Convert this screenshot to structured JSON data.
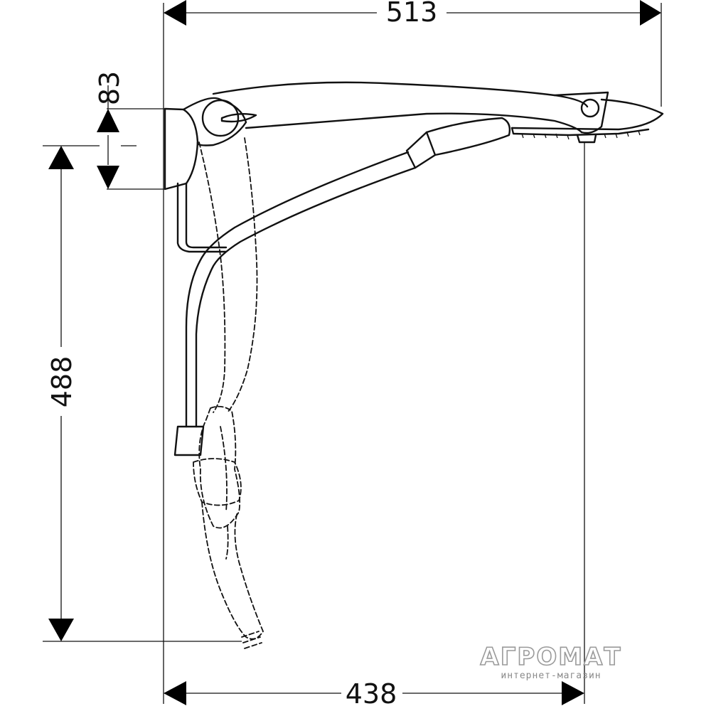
{
  "dimensions": {
    "overall_width": "513",
    "bottom_width": "438",
    "height": "488",
    "mount_height": "83"
  },
  "watermark": {
    "brand": "АГРОМАТ",
    "subtitle": "интернет-магазин"
  }
}
